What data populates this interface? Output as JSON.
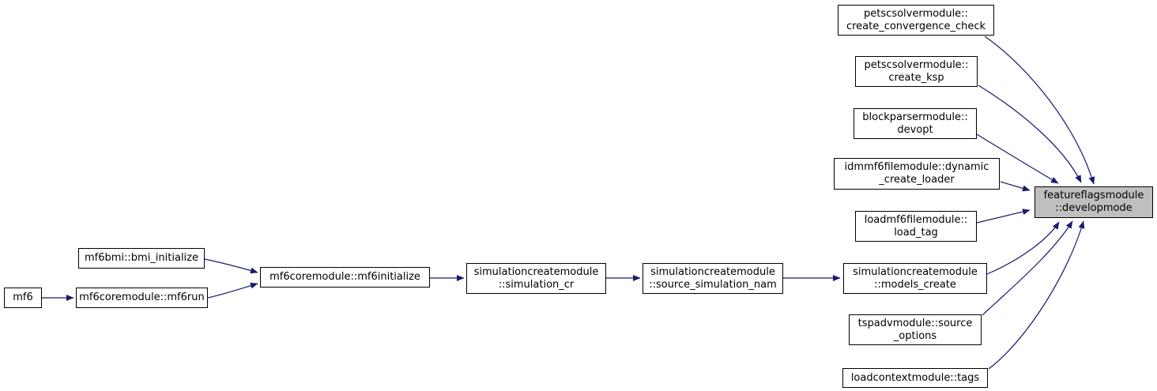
{
  "diagram": {
    "type": "doxygen-call-graph",
    "colors": {
      "edge": "#191970",
      "border": "#000000",
      "nodefill": "#ffffff",
      "hifill": "#bfbfbf",
      "text": "#000000",
      "bg": "#ffffff"
    },
    "nodes": {
      "mf6": {
        "lines": [
          "mf6"
        ]
      },
      "bmi_initialize": {
        "lines": [
          "mf6bmi::bmi_initialize"
        ]
      },
      "mf6run": {
        "lines": [
          "mf6coremodule::mf6run"
        ]
      },
      "mf6initialize": {
        "lines": [
          "mf6coremodule::mf6initialize"
        ]
      },
      "simulation_cr": {
        "lines": [
          "simulationcreatemodule",
          "::simulation_cr"
        ]
      },
      "source_simulation_nam": {
        "lines": [
          "simulationcreatemodule",
          "::source_simulation_nam"
        ]
      },
      "models_create": {
        "lines": [
          "simulationcreatemodule",
          "::models_create"
        ]
      },
      "create_convergence_check": {
        "lines": [
          "petscsolvermodule::",
          "create_convergence_check"
        ]
      },
      "create_ksp": {
        "lines": [
          "petscsolvermodule::",
          "create_ksp"
        ]
      },
      "devopt": {
        "lines": [
          "blockparsermodule::",
          "devopt"
        ]
      },
      "dynamic_create_loader": {
        "lines": [
          "idmmf6filemodule::dynamic",
          "_create_loader"
        ]
      },
      "load_tag": {
        "lines": [
          "loadmf6filemodule::",
          "load_tag"
        ]
      },
      "source_options": {
        "lines": [
          "tspadvmodule::source",
          "_options"
        ]
      },
      "tags": {
        "lines": [
          "loadcontextmodule::tags"
        ]
      },
      "developmode": {
        "lines": [
          "featureflagsmodule",
          "::developmode"
        ]
      }
    },
    "edges": [
      {
        "from": "mf6",
        "to": "mf6run"
      },
      {
        "from": "bmi_initialize",
        "to": "mf6initialize"
      },
      {
        "from": "mf6run",
        "to": "mf6initialize"
      },
      {
        "from": "mf6initialize",
        "to": "simulation_cr"
      },
      {
        "from": "simulation_cr",
        "to": "source_simulation_nam"
      },
      {
        "from": "source_simulation_nam",
        "to": "models_create"
      },
      {
        "from": "models_create",
        "to": "developmode"
      },
      {
        "from": "create_convergence_check",
        "to": "developmode"
      },
      {
        "from": "create_ksp",
        "to": "developmode"
      },
      {
        "from": "devopt",
        "to": "developmode"
      },
      {
        "from": "dynamic_create_loader",
        "to": "developmode"
      },
      {
        "from": "load_tag",
        "to": "developmode"
      },
      {
        "from": "source_options",
        "to": "developmode"
      },
      {
        "from": "tags",
        "to": "developmode"
      }
    ]
  }
}
